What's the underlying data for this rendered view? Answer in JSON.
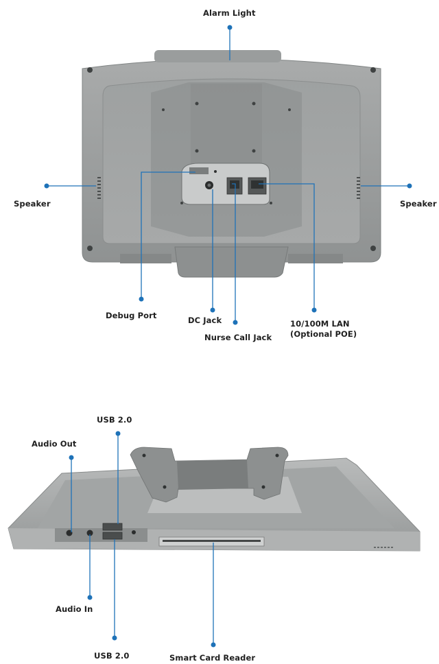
{
  "colors": {
    "callout": "#1e72b8",
    "device_body": "#a6a8a8",
    "device_dark": "#7d8080",
    "device_light": "#c3c5c5",
    "label_text": "#1f1f1f"
  },
  "labels": {
    "alarm_light": "Alarm Light",
    "speaker_left": "Speaker",
    "speaker_right": "Speaker",
    "debug_port": "Debug Port",
    "dc_jack": "DC Jack",
    "nurse_call_jack": "Nurse Call Jack",
    "lan_line1": "10/100M LAN",
    "lan_line2": "(Optional POE)",
    "usb_top": "USB 2.0",
    "audio_out": "Audio Out",
    "audio_in": "Audio In",
    "usb_bottom": "USB 2.0",
    "smart_card_reader": "Smart Card Reader"
  }
}
